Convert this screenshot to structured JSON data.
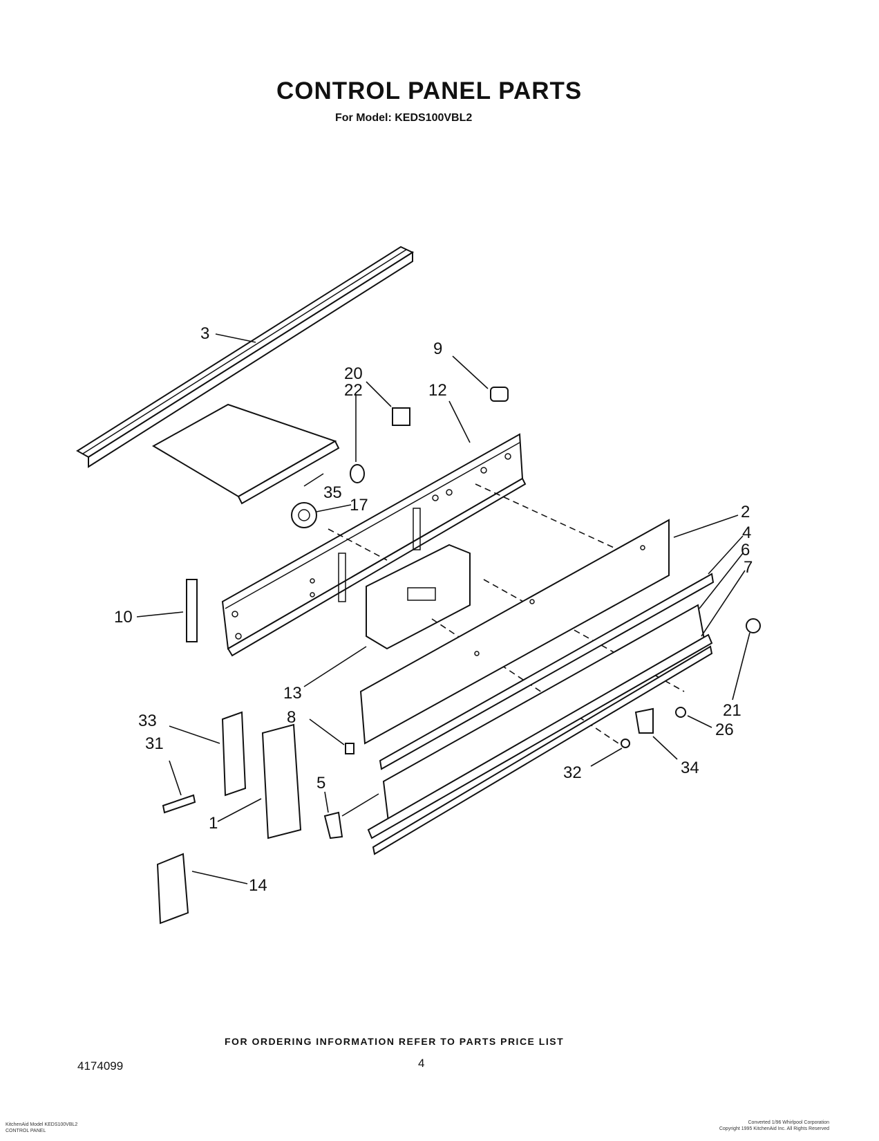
{
  "header": {
    "title": "CONTROL PANEL PARTS",
    "model_line": "For Model: KEDS100VBL2"
  },
  "callouts": [
    "1",
    "2",
    "3",
    "4",
    "5",
    "6",
    "7",
    "8",
    "9",
    "10",
    "12",
    "13",
    "14",
    "17",
    "20",
    "21",
    "22",
    "26",
    "31",
    "32",
    "33",
    "34",
    "35"
  ],
  "footer": {
    "ordering_info": "FOR ORDERING INFORMATION REFER TO PARTS PRICE LIST",
    "doc_number": "4174099",
    "page_number": "4",
    "footnote_left": [
      "KitchenAid Model KEDS100VBL2",
      "CONTROL PANEL"
    ],
    "footnote_right": [
      "Converted 1/96 Whirlpool Corporation",
      "Copyright 1995 KitchenAid Inc. All Rights Reserved"
    ]
  }
}
